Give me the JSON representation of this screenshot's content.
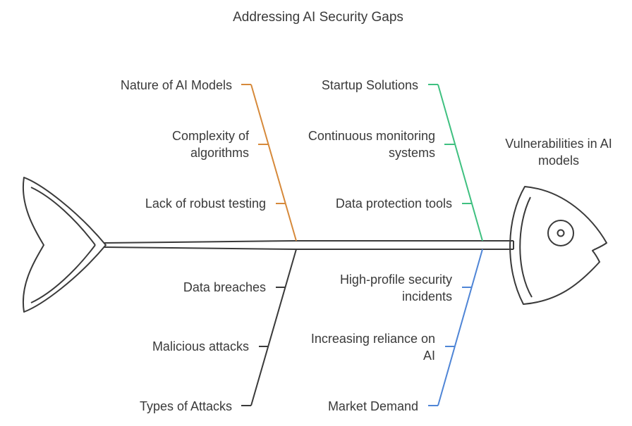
{
  "title": "Addressing AI Security Gaps",
  "effect": {
    "line1": "Vulnerabilities in AI",
    "line2": "models"
  },
  "colors": {
    "orange": "#D6893A",
    "green": "#3FC080",
    "dark": "#3A3A3A",
    "blue": "#4F85D6"
  },
  "bones": {
    "top_left": {
      "head": "Nature of AI Models",
      "causes": [
        {
          "line1": "Complexity of",
          "line2": "algorithms"
        },
        {
          "line1": "Lack of robust testing",
          "line2": ""
        }
      ]
    },
    "top_right": {
      "head": "Startup Solutions",
      "causes": [
        {
          "line1": "Continuous monitoring",
          "line2": "systems"
        },
        {
          "line1": "Data protection tools",
          "line2": ""
        }
      ]
    },
    "bottom_left": {
      "head": "Types of Attacks",
      "causes": [
        {
          "line1": "Data breaches",
          "line2": ""
        },
        {
          "line1": "Malicious attacks",
          "line2": ""
        }
      ]
    },
    "bottom_right": {
      "head": "Market Demand",
      "causes": [
        {
          "line1": "High-profile security",
          "line2": "incidents"
        },
        {
          "line1": "Increasing reliance on",
          "line2": "AI"
        }
      ]
    }
  }
}
